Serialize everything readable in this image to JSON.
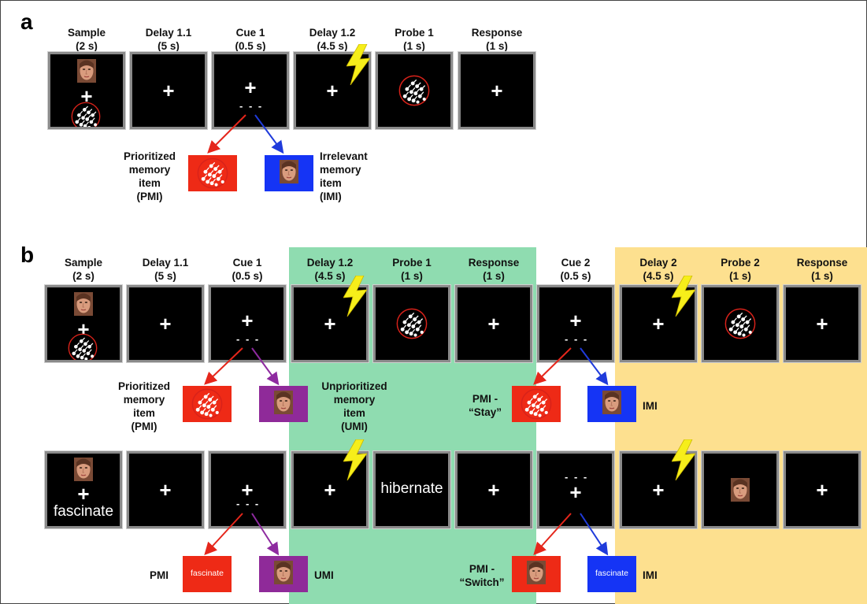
{
  "panels": {
    "a": "a",
    "b": "b"
  },
  "panel_a": {
    "headers": [
      {
        "name": "Sample",
        "time": "(2 s)"
      },
      {
        "name": "Delay 1.1",
        "time": "(5 s)"
      },
      {
        "name": "Cue 1",
        "time": "(0.5 s)"
      },
      {
        "name": "Delay 1.2",
        "time": "(4.5 s)"
      },
      {
        "name": "Probe 1",
        "time": "(1 s)"
      },
      {
        "name": "Response",
        "time": "(1 s)"
      }
    ],
    "pmi_label": [
      "Prioritized",
      "memory",
      "item",
      "(PMI)"
    ],
    "imi_label": [
      "Irrelevant",
      "memory",
      "item",
      "(IMI)"
    ],
    "cross": "+",
    "cue_dashes": "- - -"
  },
  "panel_b": {
    "headers": [
      {
        "name": "Sample",
        "time": "(2 s)"
      },
      {
        "name": "Delay 1.1",
        "time": "(5 s)"
      },
      {
        "name": "Cue 1",
        "time": "(0.5 s)"
      },
      {
        "name": "Delay 1.2",
        "time": "(4.5 s)"
      },
      {
        "name": "Probe 1",
        "time": "(1 s)"
      },
      {
        "name": "Response",
        "time": "(1 s)"
      },
      {
        "name": "Cue 2",
        "time": "(0.5 s)"
      },
      {
        "name": "Delay 2",
        "time": "(4.5 s)"
      },
      {
        "name": "Probe 2",
        "time": "(1 s)"
      },
      {
        "name": "Response",
        "time": "(1 s)"
      }
    ],
    "row1": {
      "pmi_label": [
        "Prioritized",
        "memory",
        "item",
        "(PMI)"
      ],
      "umi_label": [
        "Unprioritized",
        "memory",
        "item",
        "(UMI)"
      ],
      "pmi_stay": [
        "PMI -",
        "“Stay”"
      ],
      "imi": "IMI"
    },
    "row2": {
      "sample_word": "fascinate",
      "probe_word": "hibernate",
      "pmi": "PMI",
      "umi": "UMI",
      "pmi_switch": [
        "PMI -",
        "“Switch”"
      ],
      "imi": "IMI",
      "box_word_pmi": "fascinate",
      "box_word_imi": "fascinate"
    }
  },
  "colors": {
    "pmi_red": "#ee2a16",
    "imi_blue": "#1534f5",
    "umi_purple": "#8f2a99",
    "arrow_red": "#e5261b",
    "arrow_blue": "#1f3bdb",
    "arrow_purple": "#8e2aa0",
    "tms_bolt": "#f6ee1a",
    "green_phase": "#8fdcb0",
    "yellow_phase": "#fde08f"
  }
}
